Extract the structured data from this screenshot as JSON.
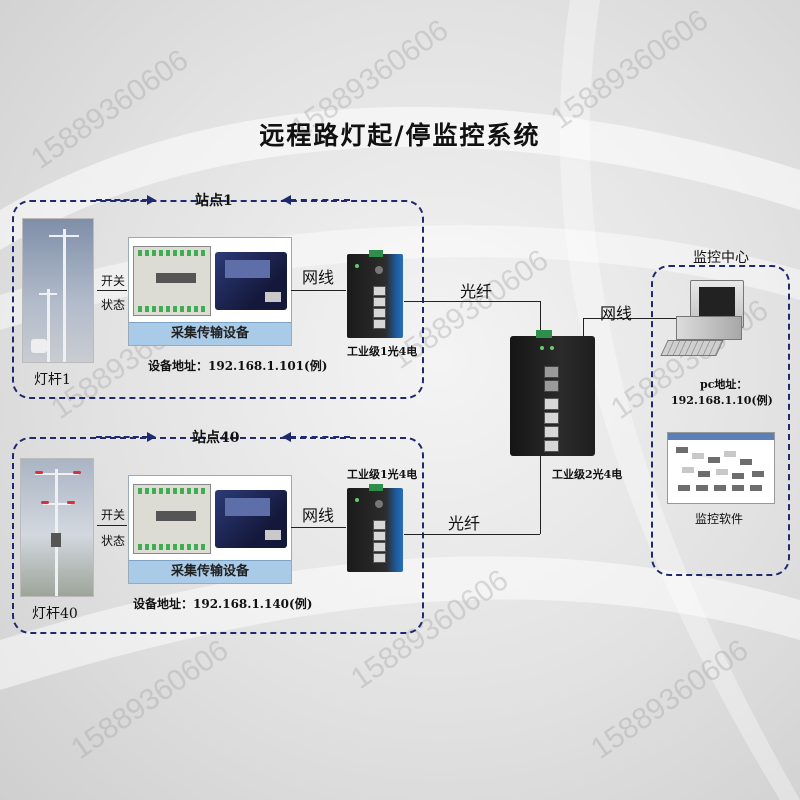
{
  "title": "远程路灯起/停监控系统",
  "watermark": "15889360606",
  "sites": [
    {
      "name": "站点1",
      "pole_label": "灯杆1",
      "switch_label": "开关",
      "status_label": "状态",
      "device_label": "采集传输设备",
      "net_label": "网线",
      "switch_model": "工业级1光4电",
      "address": "设备地址：192.168.1.101(例)"
    },
    {
      "name": "站点40",
      "pole_label": "灯杆40",
      "switch_label": "开关",
      "status_label": "状态",
      "device_label": "采集传输设备",
      "net_label": "网线",
      "switch_model": "工业级1光4电",
      "address": "设备地址：192.168.1.140(例)"
    }
  ],
  "fiber_top": "光纤",
  "fiber_bottom": "光纤",
  "core_switch": "工业级2光4电",
  "center": {
    "name": "监控中心",
    "net_label": "网线",
    "pc_label": "pc地址：",
    "pc_address": "192.168.1.10(例)",
    "software_label": "监控软件"
  },
  "colors": {
    "box_border": "#1f2a6e",
    "panel_footer": "#a9cbe8"
  }
}
